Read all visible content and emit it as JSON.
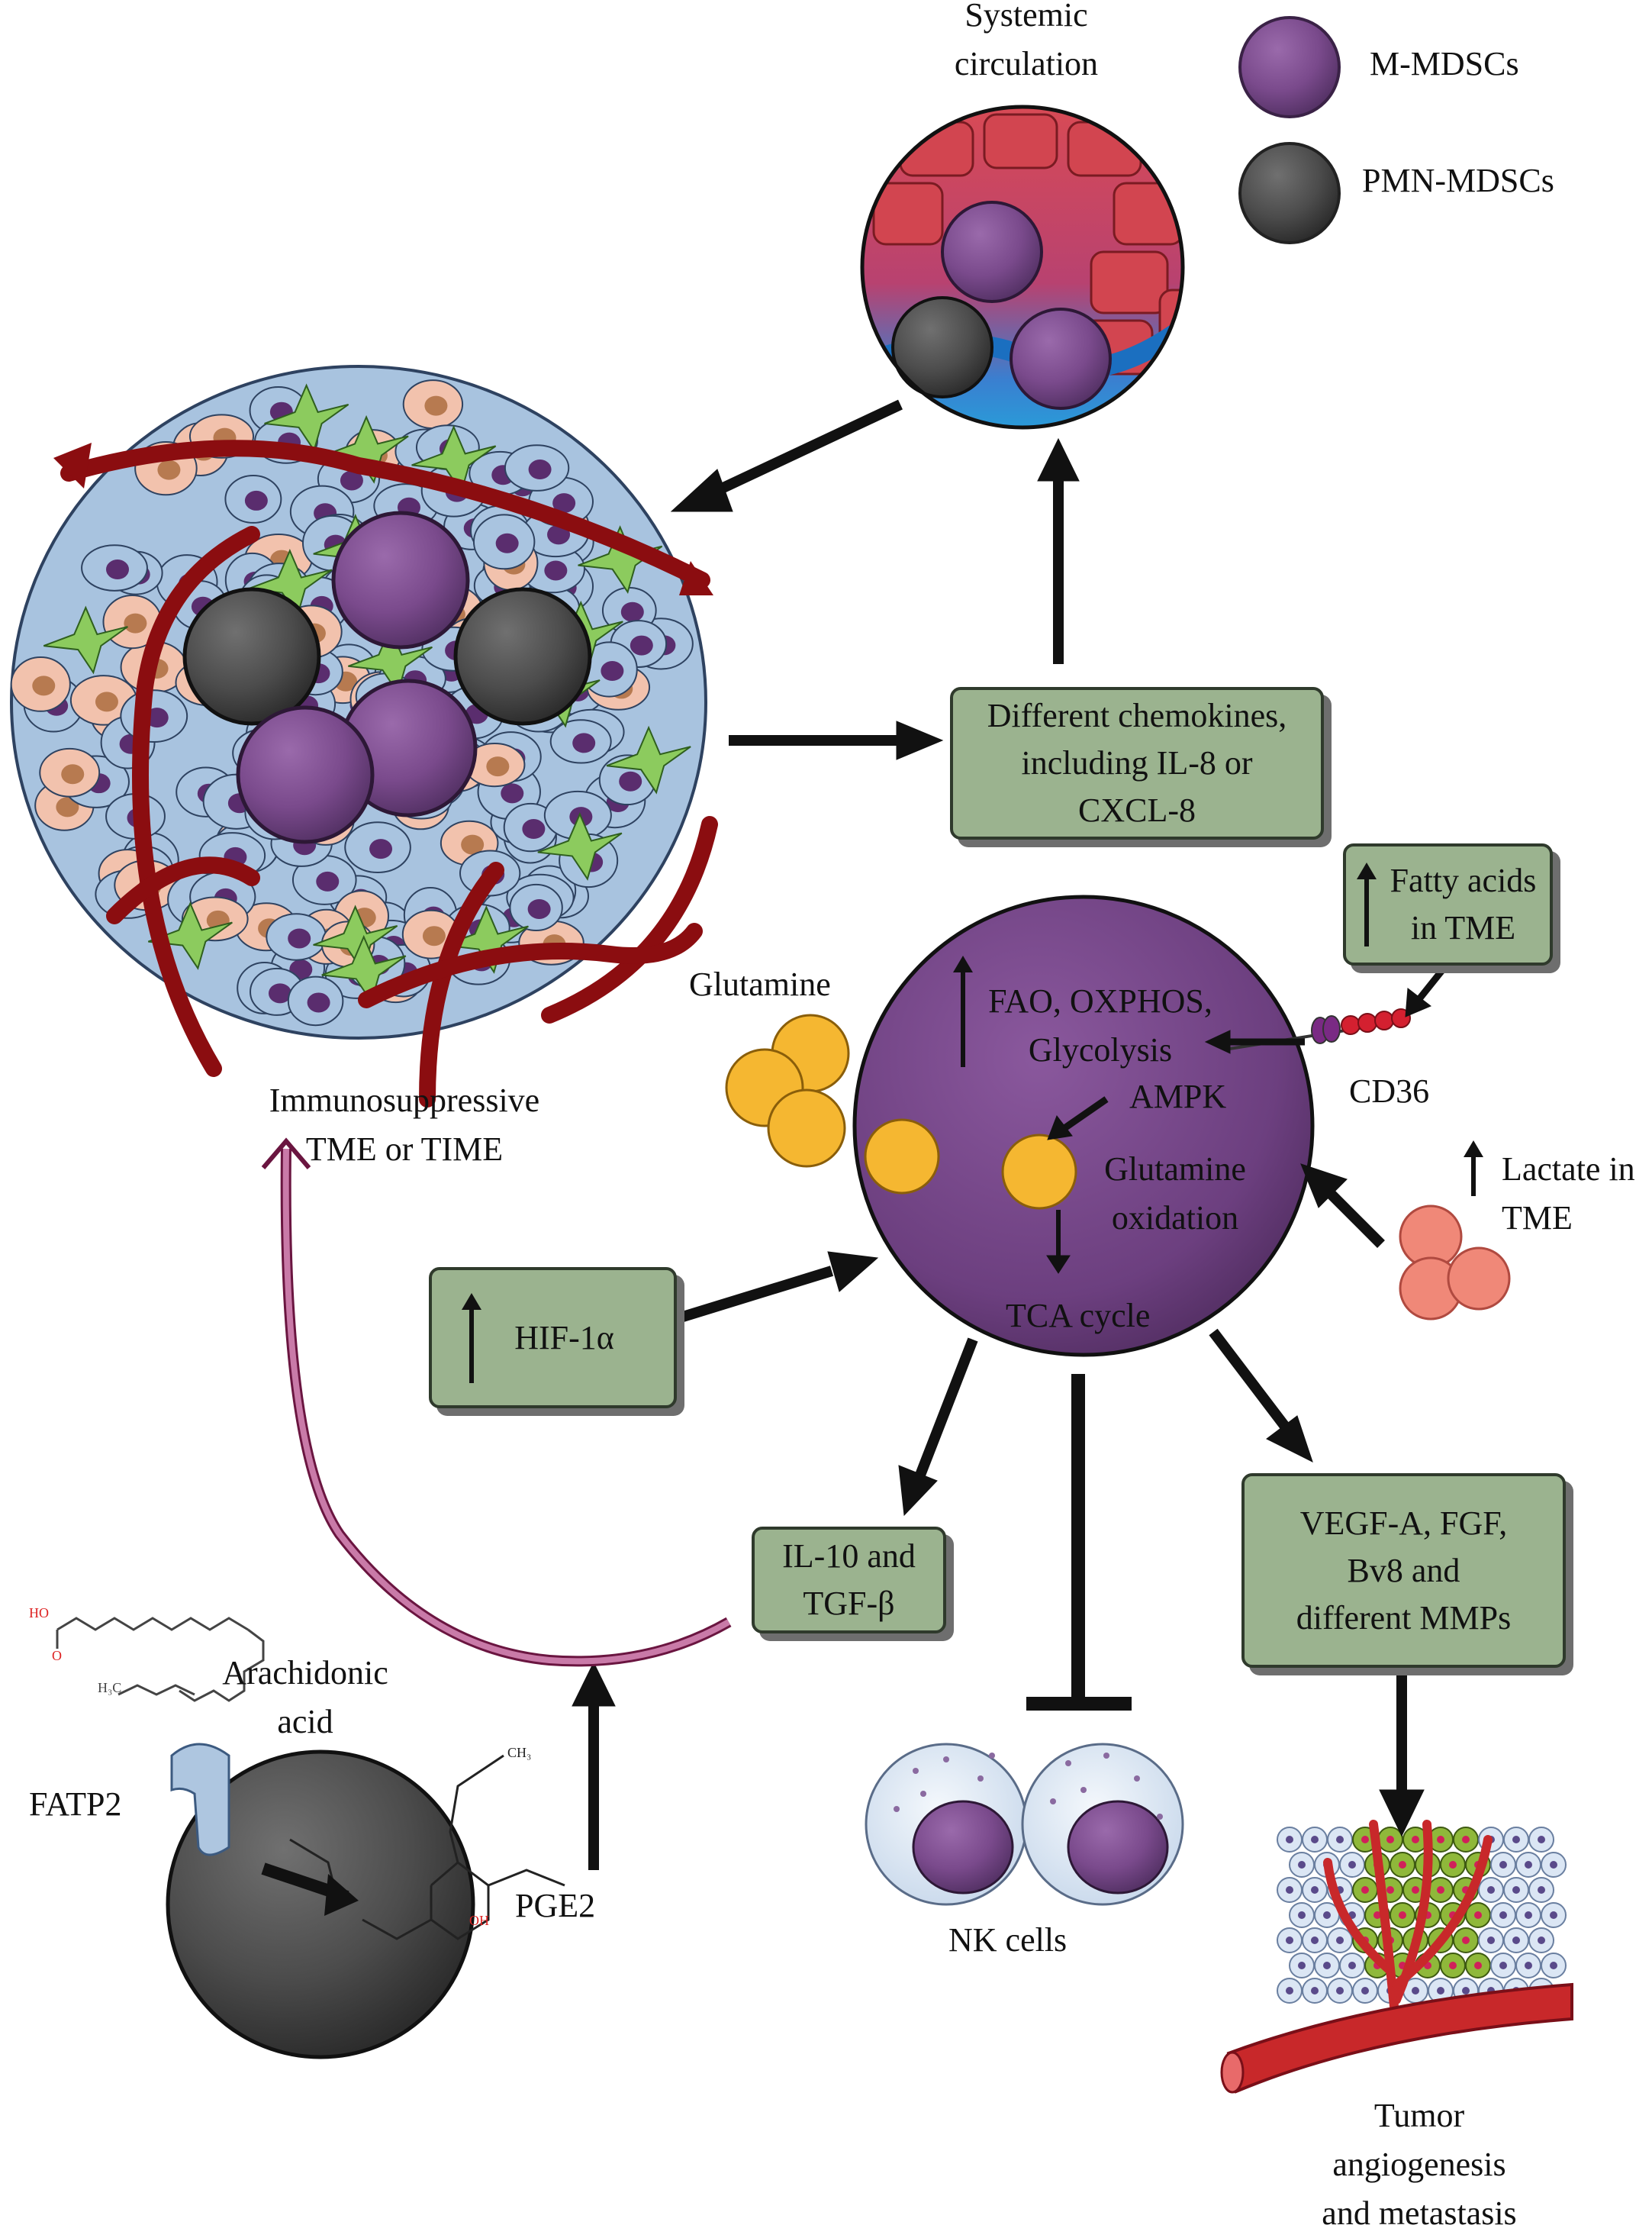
{
  "legend": {
    "m_mdsc_label": "M-MDSCs",
    "pmn_mdsc_label": "PMN-MDSCs",
    "m_mdsc_color": "#7b4a8e",
    "pmn_mdsc_color": "#4a4a4a"
  },
  "nodes": {
    "systemic_circulation": [
      "Systemic",
      "circulation"
    ],
    "tumor_caption": [
      "Immunosuppressive",
      "TME or TIME"
    ],
    "chemokines": [
      "Different chemokines,",
      "including IL-8 or",
      "CXCL-8"
    ],
    "fatty_acids": [
      "Fatty acids",
      "in TME"
    ],
    "cd36": "CD36",
    "glutamine": "Glutamine",
    "lactate": [
      "Lactate in",
      "TME"
    ],
    "cell_metabolism": [
      "FAO, OXPHOS,",
      "Glycolysis"
    ],
    "ampk": "AMPK",
    "glutamine_oxidation": [
      "Glutamine",
      "oxidation"
    ],
    "tca_cycle": "TCA cycle",
    "hif": "HIF-1α",
    "il10_tgf": [
      "IL-10 and",
      "TGF-β"
    ],
    "angio_factors": [
      "VEGF-A, FGF,",
      "Bv8 and",
      "different MMPs"
    ],
    "nk_cells": "NK cells",
    "tumor_angio": [
      "Tumor",
      "angiogenesis",
      "and metastasis"
    ],
    "arachidonic_acid": [
      "Arachidonic",
      "acid"
    ],
    "fatp2": "FATP2",
    "pge2": "PGE2"
  },
  "molecule_labels": {
    "ho": "HO",
    "o": "O",
    "h3c": "H₃C",
    "ch3": "CH₃",
    "oh": "OH"
  },
  "colors": {
    "box_fill": "#9bb38f",
    "arrow": "#111111",
    "vessel": "#8b0d10",
    "glutamine": "#f5b731",
    "lactate": "#f08878",
    "feedback": "#c03a7a"
  }
}
